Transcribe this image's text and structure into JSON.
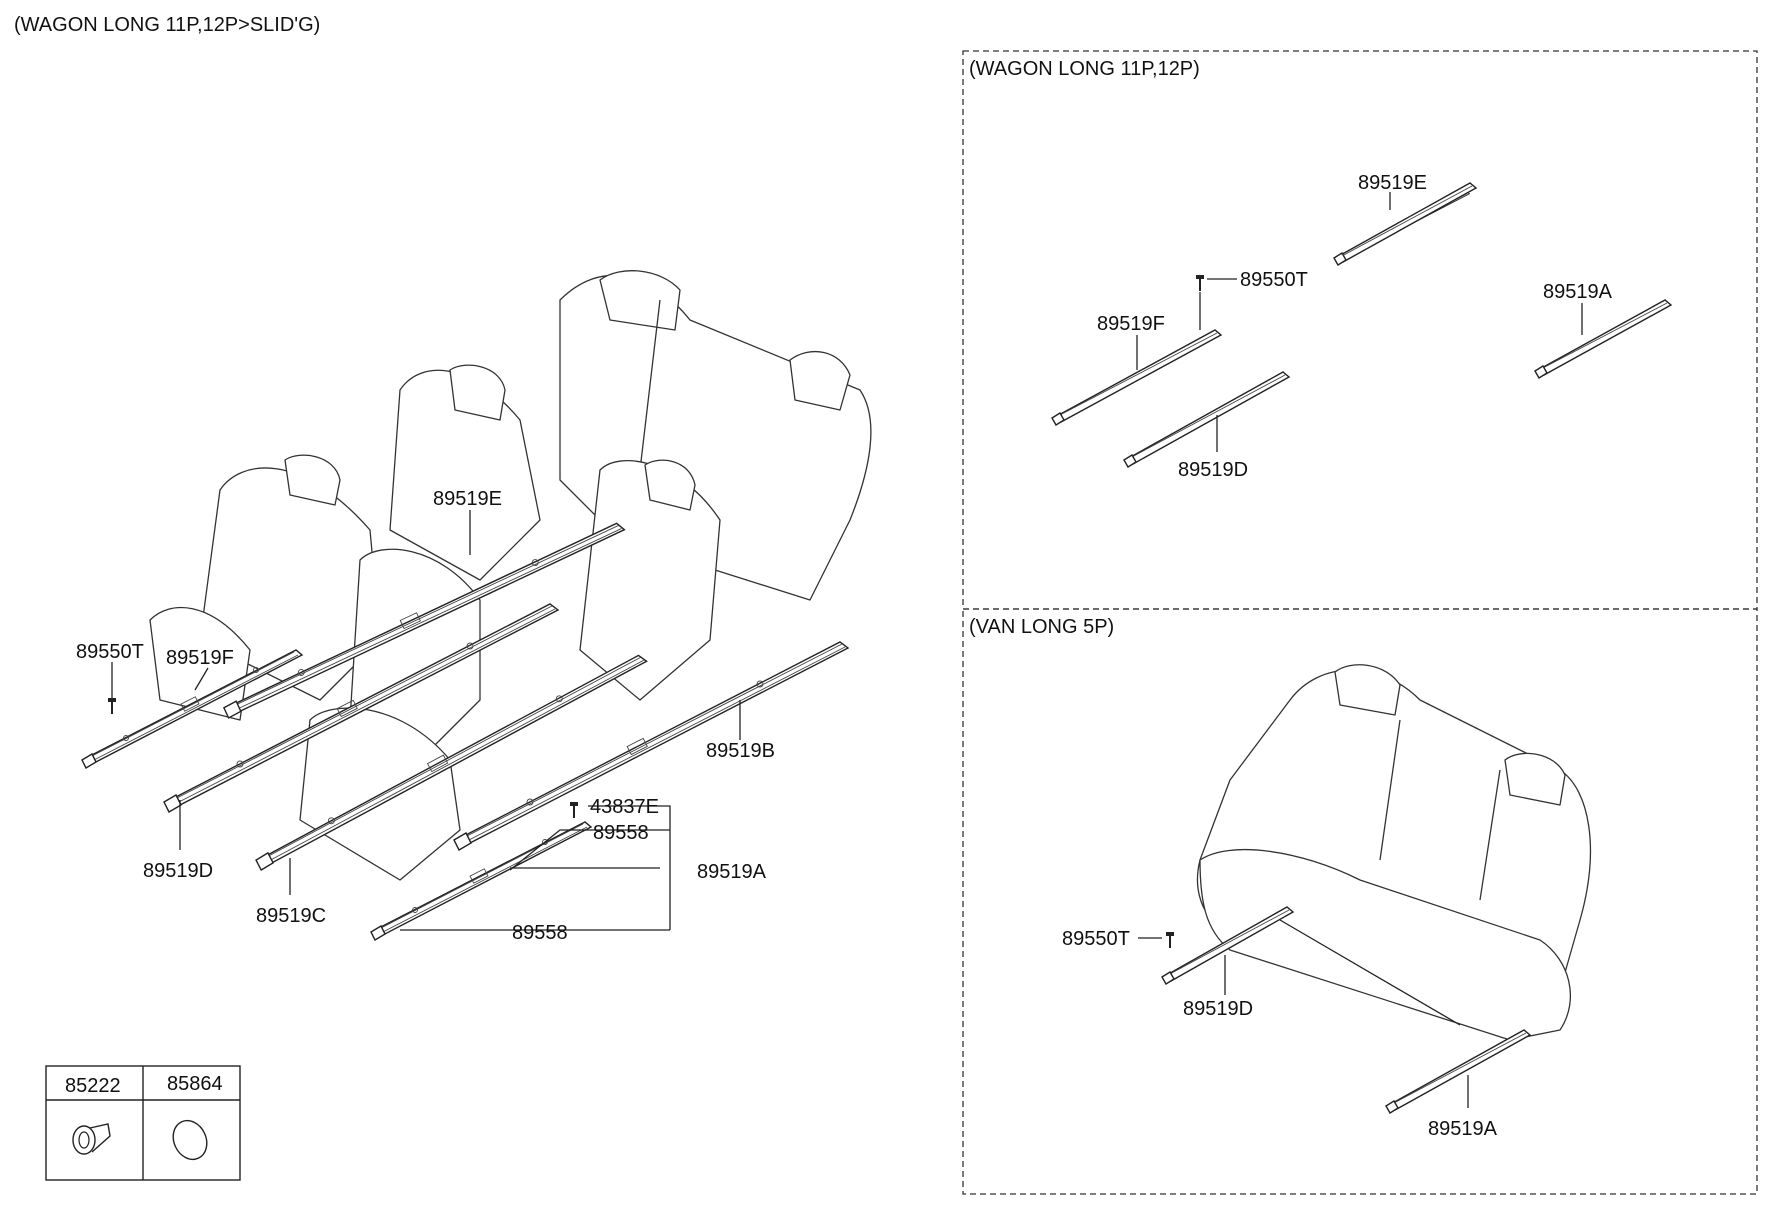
{
  "main": {
    "title": "(WAGON LONG 11P,12P>SLID'G)",
    "labels": {
      "l_89519E": "89519E",
      "l_89550T": "89550T",
      "l_89519F": "89519F",
      "l_89519B": "89519B",
      "l_43837E": "43837E",
      "l_89558_top": "89558",
      "l_89519A": "89519A",
      "l_89558_bottom": "89558",
      "l_89519D": "89519D",
      "l_89519C": "89519C"
    }
  },
  "wagon_box": {
    "title": "(WAGON LONG 11P,12P)",
    "labels": {
      "l_89519E": "89519E",
      "l_89550T": "89550T",
      "l_89519F": "89519F",
      "l_89519A": "89519A",
      "l_89519D": "89519D"
    }
  },
  "van_box": {
    "title": "(VAN LONG 5P)",
    "labels": {
      "l_89550T": "89550T",
      "l_89519D": "89519D",
      "l_89519A": "89519A"
    }
  },
  "legend_table": {
    "col1": "85222",
    "col2": "85864"
  }
}
